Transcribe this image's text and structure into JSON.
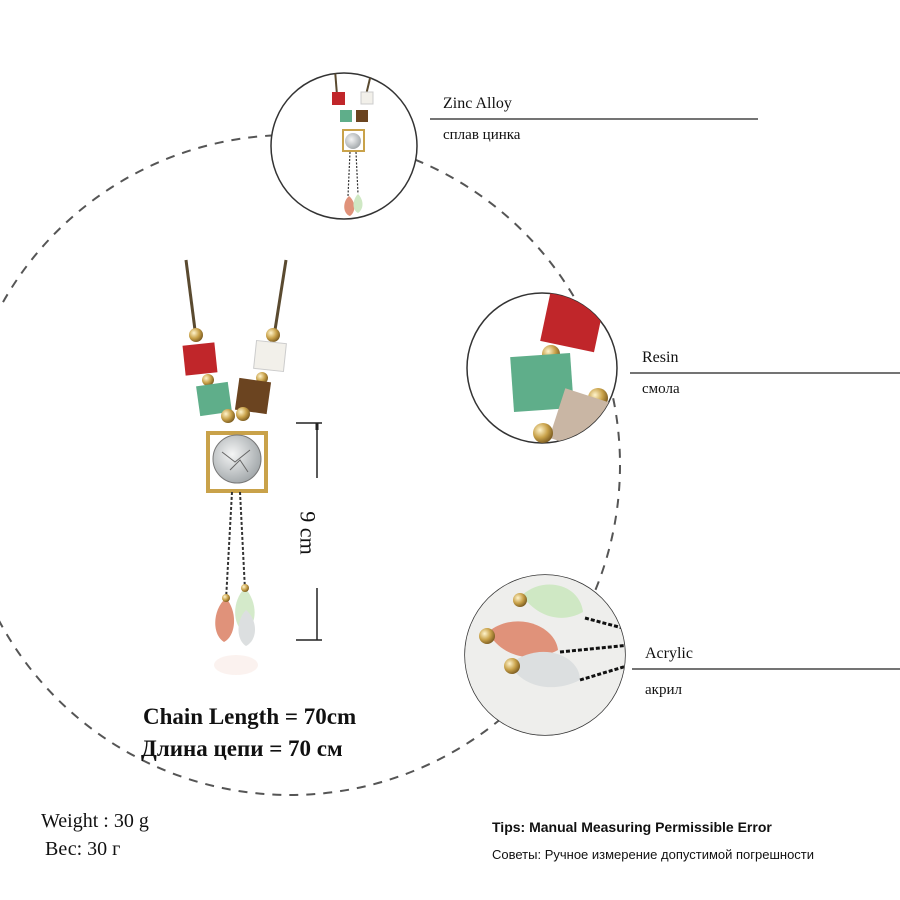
{
  "materials": [
    {
      "en": "Zinc Alloy",
      "ru": "сплав цинка"
    },
    {
      "en": "Resin",
      "ru": "смола"
    },
    {
      "en": "Acrylic",
      "ru": "акрил"
    }
  ],
  "dimension_label": "9 cm",
  "chain": {
    "en": "Chain Length = 70cm",
    "ru": "Длина цепи = 70 см"
  },
  "weight": {
    "en": "Weight : 30 g",
    "ru": "Вес: 30 г"
  },
  "tips": {
    "en": "Tips: Manual Measuring Permissible Error",
    "ru": "Советы: Ручное измерение допустимой погрешности"
  },
  "colors": {
    "red": "#c0262a",
    "white_cube": "#f2f0ea",
    "green": "#5fae8a",
    "brown": "#6b4420",
    "gold": "#c9a24a",
    "peach": "#e0927a",
    "mint": "#cfe8c4",
    "marble": "#dcdfe0"
  }
}
